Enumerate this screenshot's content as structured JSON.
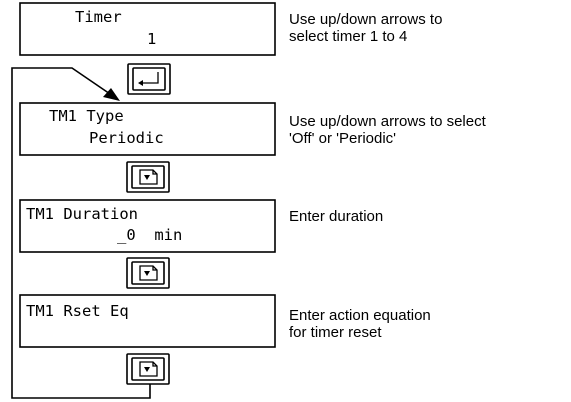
{
  "screens": {
    "timer": {
      "line1": "Timer",
      "line2": "1"
    },
    "type": {
      "line1": "TM1 Type",
      "line2": "Periodic"
    },
    "duration": {
      "line1": "TM1 Duration",
      "line2": "_0  min"
    },
    "reset": {
      "line1": "TM1 Rset Eq",
      "line2": ""
    }
  },
  "notes": {
    "timer": [
      "Use up/down arrows to",
      "select timer 1 to 4"
    ],
    "type": [
      "Use up/down arrows to select",
      "'Off' or 'Periodic'"
    ],
    "duration": [
      "Enter duration"
    ],
    "reset": [
      "Enter action equation",
      "for timer reset"
    ]
  },
  "keys": {
    "enter": "enter-key-icon",
    "page": "page-key-icon"
  }
}
